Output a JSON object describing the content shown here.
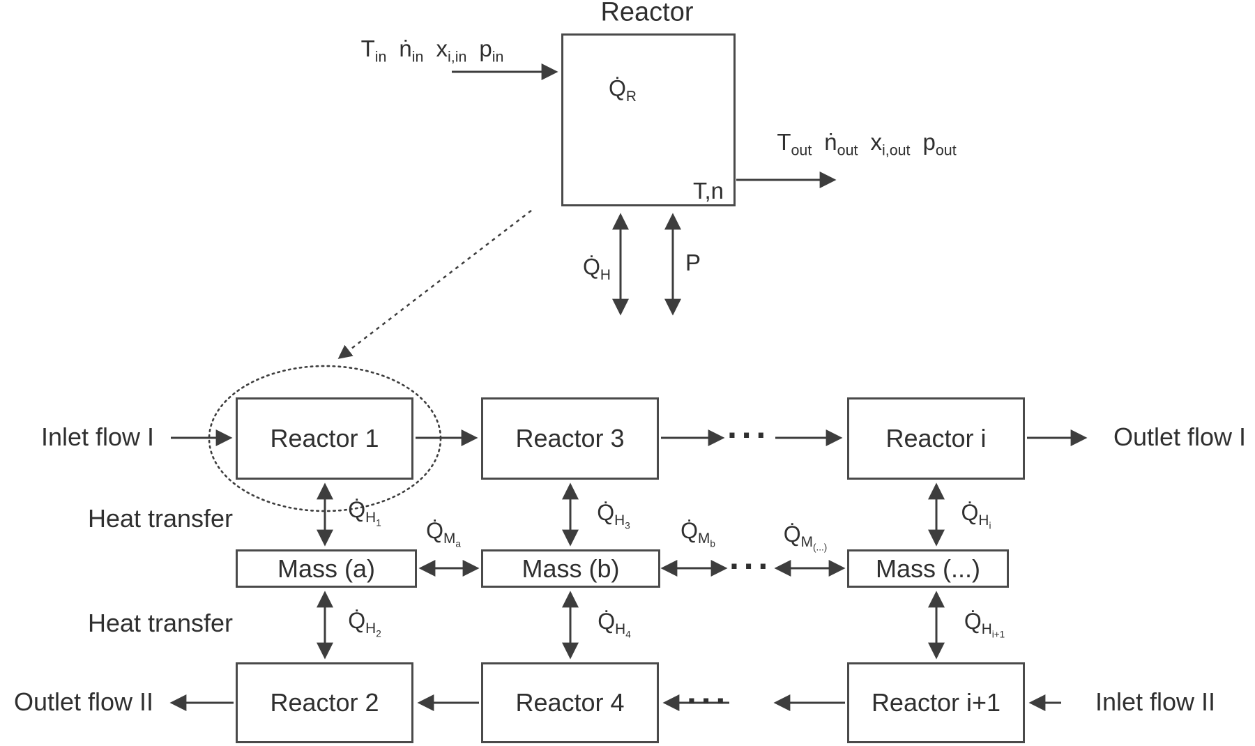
{
  "colors": {
    "line": "#3d3d3d",
    "box_border": "#4a4a4a",
    "text": "#2f2f2f",
    "background": "#ffffff"
  },
  "top_detail": {
    "title": "Reactor",
    "inlet_label": [
      {
        "base": "T",
        "sub": "in"
      },
      {
        "base": "ṅ",
        "sub": "in"
      },
      {
        "base": "x",
        "sub": "i,in"
      },
      {
        "base": "p",
        "sub": "in"
      }
    ],
    "outlet_label": [
      {
        "base": "T",
        "sub": "out"
      },
      {
        "base": "ṅ",
        "sub": "out"
      },
      {
        "base": "x",
        "sub": "i,out"
      },
      {
        "base": "p",
        "sub": "out"
      }
    ],
    "reaction_heat_label": [
      {
        "base": "Q̇",
        "sub": "R"
      }
    ],
    "state_label": "T,n",
    "heat_exchange_label": [
      {
        "base": "Q̇",
        "sub": "H"
      }
    ],
    "pressure_label": "P"
  },
  "network": {
    "inlet_flow_1": "Inlet flow I",
    "outlet_flow_1": "Outlet flow I",
    "inlet_flow_2": "Inlet flow II",
    "outlet_flow_2": "Outlet flow II",
    "heat_transfer_1": "Heat transfer",
    "heat_transfer_2": "Heat transfer",
    "dots": "···",
    "reactor_row_top": [
      "Reactor 1",
      "Reactor 3",
      "Reactor i"
    ],
    "mass_row": [
      "Mass (a)",
      "Mass (b)",
      "Mass (...)"
    ],
    "reactor_row_bottom": [
      "Reactor 2",
      "Reactor 4",
      "Reactor i+1"
    ],
    "q_labels": {
      "qh1": [
        {
          "base": "Q̇",
          "sub": "H",
          "sub2": "1"
        }
      ],
      "qh2": [
        {
          "base": "Q̇",
          "sub": "H",
          "sub2": "2"
        }
      ],
      "qh3": [
        {
          "base": "Q̇",
          "sub": "H",
          "sub2": "3"
        }
      ],
      "qh4": [
        {
          "base": "Q̇",
          "sub": "H",
          "sub2": "4"
        }
      ],
      "qhi": [
        {
          "base": "Q̇",
          "sub": "H",
          "sub2": "i"
        }
      ],
      "qhi1": [
        {
          "base": "Q̇",
          "sub": "H",
          "sub2": "i+1"
        }
      ],
      "qma": [
        {
          "base": "Q̇",
          "sub": "M",
          "sub2": "a"
        }
      ],
      "qmb": [
        {
          "base": "Q̇",
          "sub": "M",
          "sub2": "b"
        }
      ],
      "qmdots": [
        {
          "base": "Q̇",
          "sub": "M",
          "sub2": "(...)"
        }
      ]
    }
  }
}
